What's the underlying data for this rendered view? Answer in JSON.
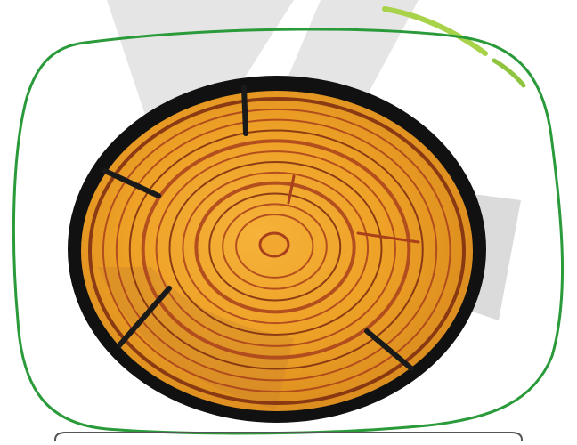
{
  "scene": {
    "subject": "tree-trunk-cross-section",
    "colors": {
      "background": "#ffffff",
      "watermark": "#d9d9d9",
      "outline": "#2a9a3a",
      "leaf_light": "#a8d24a",
      "leaf_dark": "#7fb83a",
      "bark": "#111111",
      "wood_light": "#f0a426",
      "wood_mid": "#e3921c",
      "wood_shadow": "#c9822a",
      "ring": "#a8401c",
      "ring_dark": "#7a2a10",
      "crack": "#1a1a1a",
      "box_border": "#555555"
    },
    "growth_rings": 12,
    "cracks": 6
  }
}
